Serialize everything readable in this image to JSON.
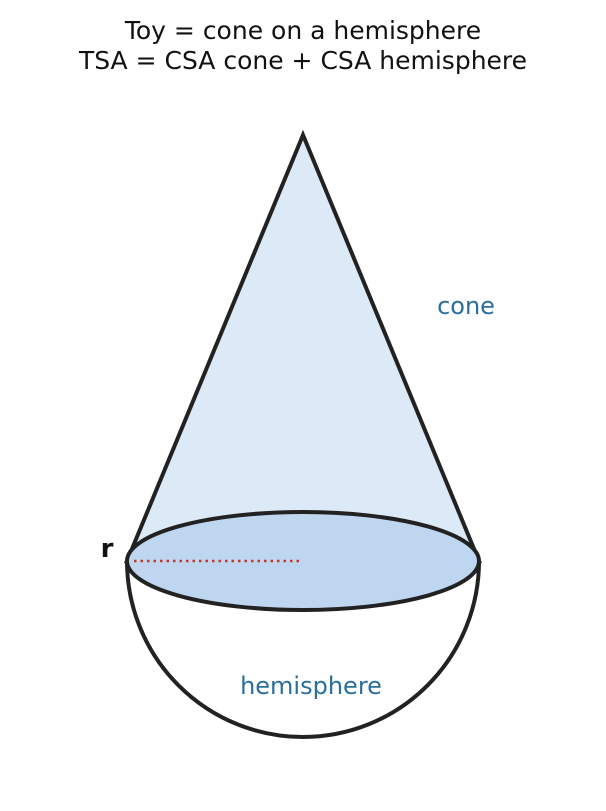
{
  "title": {
    "line1": "Toy = cone on a hemisphere",
    "line2": "TSA = CSA cone + CSA hemisphere"
  },
  "labels": {
    "cone": "cone",
    "hemisphere": "hemisphere",
    "radius": "r"
  },
  "colors": {
    "cone_fill": "#dce9f6",
    "base_fill": "#bed6ef",
    "outline": "#222222",
    "label_blue": "#2a6f9b",
    "radius_line": "#c0392b"
  }
}
